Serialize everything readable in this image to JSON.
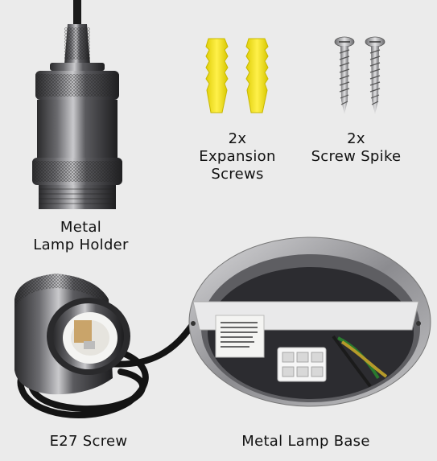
{
  "labels": {
    "lamp_holder": [
      "Metal",
      "Lamp Holder"
    ],
    "expansion_screws": [
      "2x",
      "Expansion",
      "Screws"
    ],
    "screw_spike": [
      "2x",
      "Screw Spike"
    ],
    "e27_screw": "E27 Screw",
    "metal_lamp_base": "Metal Lamp Base"
  },
  "colors": {
    "background": "#ebebeb",
    "anchor_yellow": "#f2e21a",
    "metal_dark": "#3a3a3c",
    "cable": "#141414",
    "base_steel": "#9a9a9c"
  }
}
